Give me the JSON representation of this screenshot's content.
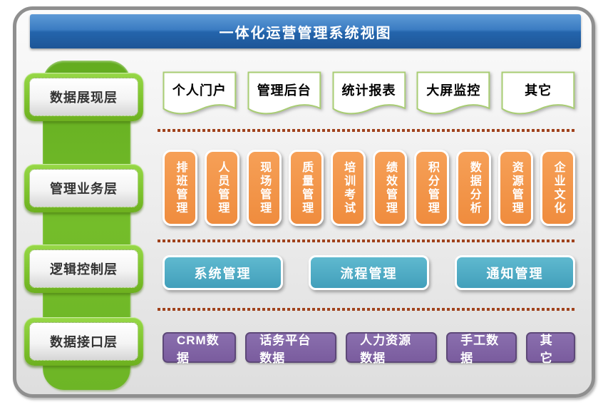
{
  "title": "一体化运营管理系统视图",
  "layers": {
    "presentation": {
      "label": "数据展现层",
      "items": [
        "个人门户",
        "管理后台",
        "统计报表",
        "大屏监控",
        "其它"
      ]
    },
    "business": {
      "label": "管理业务层",
      "items": [
        "排班管理",
        "人员管理",
        "现场管理",
        "质量管理",
        "培训考试",
        "绩效管理",
        "积分管理",
        "数据分析",
        "资源管理",
        "企业文化"
      ]
    },
    "logic": {
      "label": "逻辑控制层",
      "items": [
        "系统管理",
        "流程管理",
        "通知管理"
      ]
    },
    "interface": {
      "label": "数据接口层",
      "items": [
        "CRM数据",
        "话务平台数据",
        "人力资源数据",
        "手工数据",
        "其它"
      ]
    }
  },
  "colors": {
    "title_bar_blue": "#2e6fb5",
    "rail_green": "#6fb728",
    "label_green": "#7cc22c",
    "module_orange": "#f1934a",
    "control_teal": "#4bacc6",
    "data_purple": "#8064a2",
    "doc_border_green": "#a9cd74",
    "separator_dot_red": "#a0421c",
    "frame_gray": "#8f8f8f"
  }
}
